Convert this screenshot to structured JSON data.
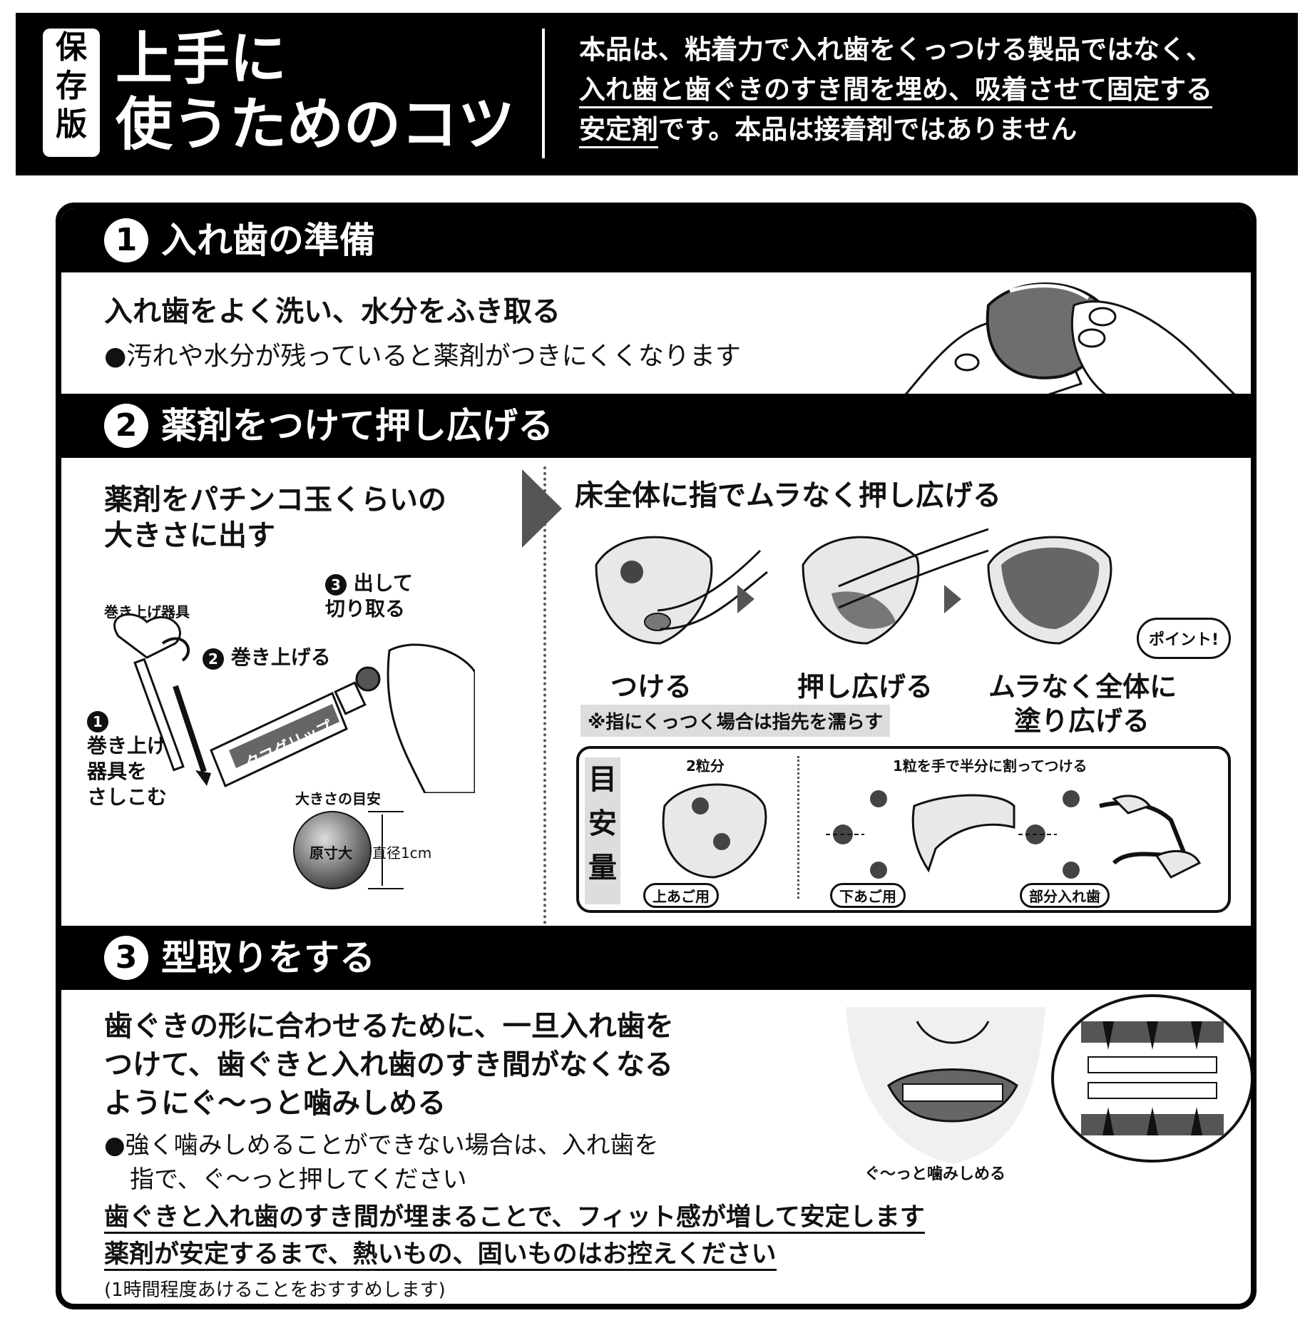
{
  "header": {
    "badge": [
      "保",
      "存",
      "版"
    ],
    "title_line1": "上手に",
    "title_line2": "使うためのコツ",
    "note_line1": "本品は、粘着力で入れ歯をくっつける製品ではなく、",
    "note_line2": "入れ歯と歯ぐきのすき間を埋め、吸着させて固定する",
    "note_line3_a": "安定剤",
    "note_line3_b": "です。本品は接着剤ではありません"
  },
  "step1": {
    "num": "1",
    "title": "入れ歯の準備",
    "heading": "入れ歯をよく洗い、水分をふき取る",
    "bullet": "●汚れや水分が残っていると薬剤がつきにくくなります"
  },
  "step2": {
    "num": "2",
    "title": "薬剤をつけて押し広げる",
    "left_heading_1": "薬剤をパチンコ玉くらいの",
    "left_heading_2": "大きさに出す",
    "tool_label": "巻き上げ器具",
    "sub1_num": "1",
    "sub1_lines": [
      "巻き上げ",
      "器具を",
      "さしこむ"
    ],
    "sub2_num": "2",
    "sub2_label": "巻き上げる",
    "sub3_num": "3",
    "sub3_lines": [
      "出して",
      "切り取る"
    ],
    "tube_brand": "タフグリップ",
    "size_title": "大きさの目安",
    "size_actual": "原寸大",
    "size_diameter": "直径1cm",
    "right_heading": "床全体に指でムラなく押し広げる",
    "stage1": "つける",
    "stage2": "押し広げる",
    "stage3_1": "ムラなく全体に",
    "stage3_2": "塗り広げる",
    "point": "ポイント!",
    "note": "※指にくっつく場合は指先を濡らす",
    "amount_label": [
      "目",
      "安",
      "量"
    ],
    "amount_upper_count": "2粒分",
    "amount_split": "1粒を手で半分に割ってつける",
    "label_upper": "上あご用",
    "label_lower": "下あご用",
    "label_partial": "部分入れ歯"
  },
  "step3": {
    "num": "3",
    "title": "型取りをする",
    "heading_1": "歯ぐきの形に合わせるために、一旦入れ歯を",
    "heading_2": "つけて、歯ぐきと入れ歯のすき間がなくなる",
    "heading_3": "ようにぐ〜っと噛みしめる",
    "bullet_1": "●強く噛みしめることができない場合は、入れ歯を",
    "bullet_2": "指で、ぐ〜っと押してください",
    "caption": "ぐ〜っと噛みしめる",
    "underline_1": "歯ぐきと入れ歯のすき間が埋まることで、フィット感が増して安定します",
    "underline_2": "薬剤が安定するまで、熱いもの、固いものはお控えください",
    "footnote": "(1時間程度あけることをおすすめします)"
  }
}
